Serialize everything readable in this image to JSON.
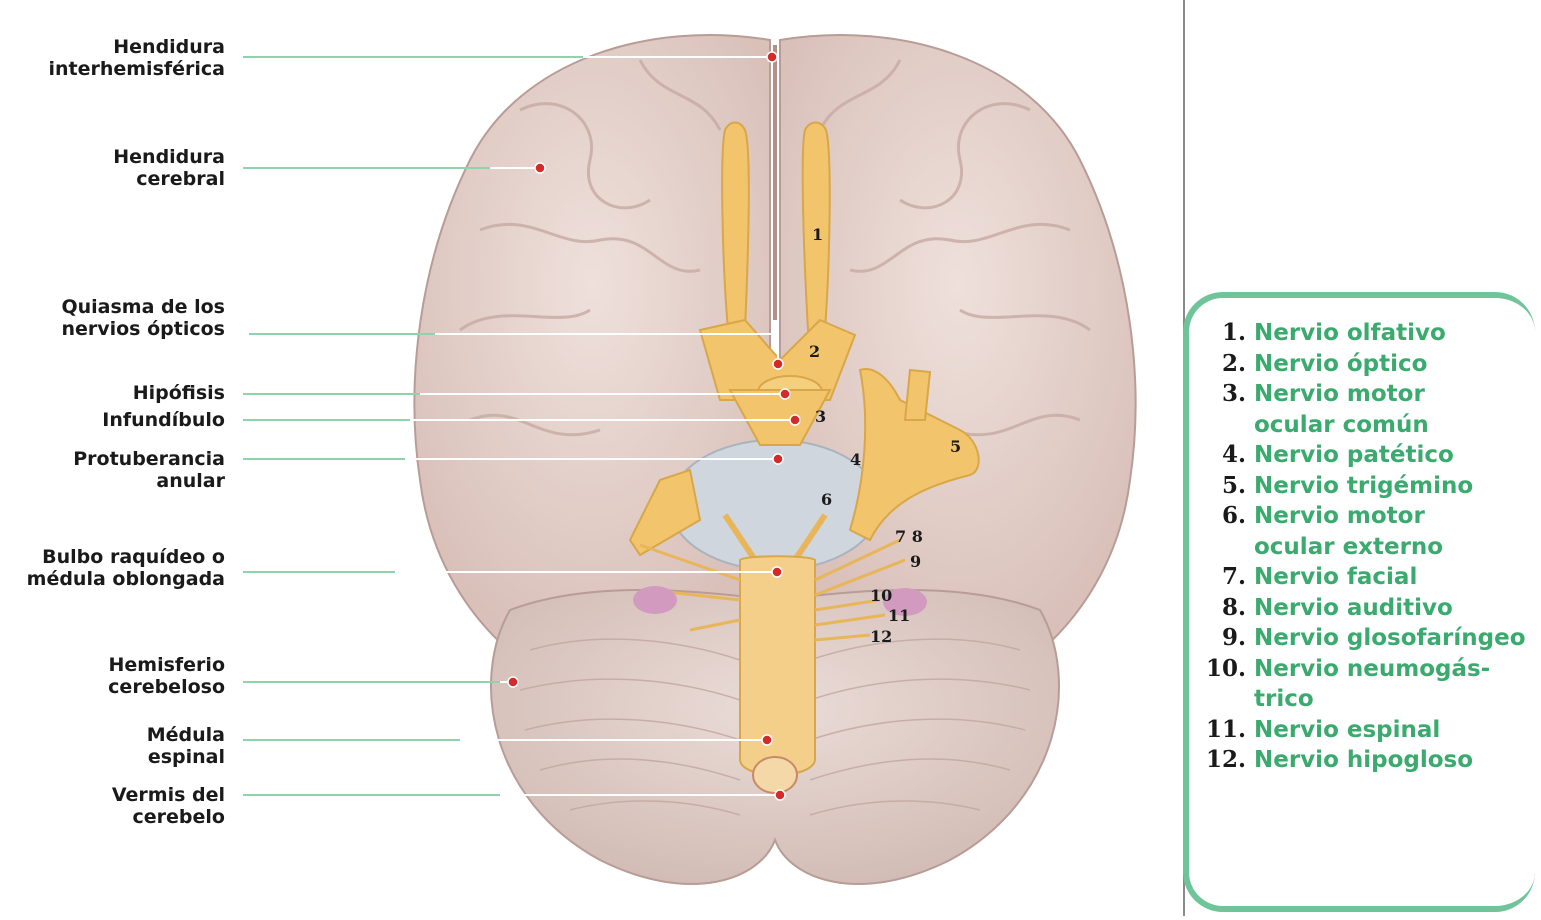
{
  "labels": {
    "interhemispheric": "Hendidura\ninterhemisférica",
    "cerebral": "Hendidura\ncerebral",
    "chiasm": "Quiasma de los\nnervios ópticos",
    "pituitary": "Hipófisis",
    "infundibulum": "Infundíbulo",
    "pons": "Protuberancia\nanular",
    "medulla": "Bulbo raquídeo o\nmédula oblongada",
    "cerebellar_hemisphere": "Hemisferio\ncerebeloso",
    "spinal_cord": "Médula\nespinal",
    "vermis": "Vermis del\ncerebelo"
  },
  "nerve_numbers": [
    "1",
    "2",
    "3",
    "4",
    "5",
    "6",
    "7 8",
    "9",
    "10",
    "11",
    "12"
  ],
  "legend": [
    {
      "n": "1.",
      "a": "Nervio olfativo"
    },
    {
      "n": "2.",
      "a": "Nervio óptico"
    },
    {
      "n": "3.",
      "a": "Nervio motor",
      "b": "ocular común"
    },
    {
      "n": "4.",
      "a": "Nervio patético"
    },
    {
      "n": "5.",
      "a": "Nervio trigémino"
    },
    {
      "n": "6.",
      "a": "Nervio motor",
      "b": "ocular externo"
    },
    {
      "n": "7.",
      "a": "Nervio facial"
    },
    {
      "n": "8.",
      "a": "Nervio auditivo"
    },
    {
      "n": "9.",
      "a": "Nervio glosofaríngeo"
    },
    {
      "n": "10.",
      "a": "Nervio neumogás-",
      "b": "trico"
    },
    {
      "n": "11.",
      "a": "Nervio espinal"
    },
    {
      "n": "12.",
      "a": "Nervio hipogloso"
    }
  ],
  "colors": {
    "leader": "#8fd3ad",
    "legend_text": "#3aaa6e",
    "brain": "#e8d4cf",
    "nerve": "#f2c46c",
    "pons": "#cfd6de",
    "dot": "#d42a2a"
  }
}
